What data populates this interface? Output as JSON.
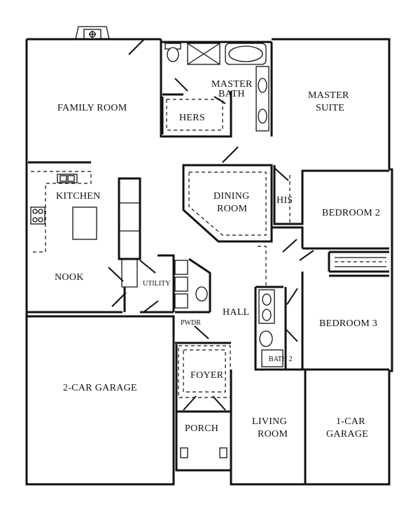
{
  "plan": {
    "rooms": {
      "family_room": "FAMILY ROOM",
      "master_bath_1": "MASTER",
      "master_bath_2": "BATH",
      "master_suite_1": "MASTER",
      "master_suite_2": "SUITE",
      "hers": "HERS",
      "dining_1": "DINING",
      "dining_2": "ROOM",
      "his": "HIS",
      "kitchen": "KITCHEN",
      "bedroom_2": "BEDROOM 2",
      "nook": "NOOK",
      "utility": "UTILITY",
      "hall": "HALL",
      "pwdr": "PWDR",
      "bedroom_3": "BEDROOM 3",
      "bath_2": "BATH 2",
      "garage_2car": "2-CAR GARAGE",
      "foyer": "FOYER",
      "porch": "PORCH",
      "living_1": "LIVING",
      "living_2": "ROOM",
      "garage_1car_1": "1-CAR",
      "garage_1car_2": "GARAGE"
    }
  }
}
